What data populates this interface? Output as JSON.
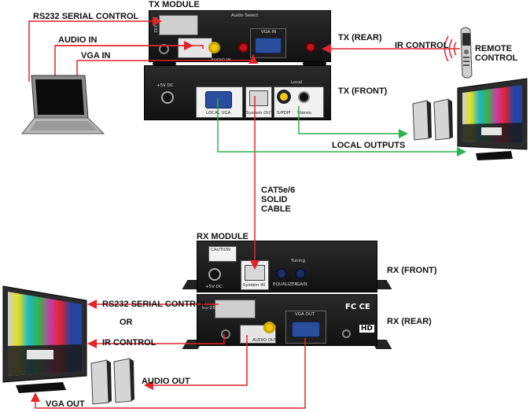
{
  "labels": {
    "rs232_tx": "RS232 SERIAL CONTROL",
    "audio_in": "AUDIO IN",
    "vga_in": "VGA IN",
    "tx_module": "TX MODULE",
    "tx_rear": "TX (REAR)",
    "ir_control_tx": "IR CONTROL",
    "remote_control_1": "REMOTE",
    "remote_control_2": "CONTROL",
    "tx_front": "TX (FRONT)",
    "local_outputs": "LOCAL OUTPUTS",
    "cable_1": "CAT5e/6",
    "cable_2": "SOLID",
    "cable_3": "CABLE",
    "rx_module": "RX MODULE",
    "rx_front": "RX (FRONT)",
    "rs232_rx": "RS232 SERIAL CONTROL",
    "or": "OR",
    "ir_control_rx": "IR CONTROL",
    "rx_rear": "RX (REAR)",
    "audio_out": "AUDIO OUT",
    "vga_out": "VGA OUT"
  },
  "panel_text": {
    "tx_rear_rs232": "RS-232",
    "tx_rear_audio_in": "AUDIO IN",
    "tx_rear_vga_in": "VGA IN",
    "tx_rear_audio_select": "Audio Select",
    "tx_front_power": "+5V DC",
    "tx_front_local_vga": "LOCAL VGA",
    "tx_front_system_out": "System OUT",
    "tx_front_local": "Local",
    "tx_front_spdif": "S/PDIF",
    "tx_front_stereo": "Stereo",
    "rx_front_caution": "CAUTION",
    "rx_front_power": "+5V DC",
    "rx_front_system_in": "System IN",
    "rx_front_tuning": "Tuning",
    "rx_front_equalizer": "EQUALIZER",
    "rx_front_gain": "GAIN",
    "rx_rear_rs232": "RS-232",
    "rx_rear_audio_out": "AUDIO OUT",
    "rx_rear_vga_out": "VGA OUT",
    "rx_rear_fcc": "FC CE",
    "rx_rear_hd": "HD"
  },
  "colors": {
    "red_cable": "#e3242b",
    "green_cable": "#2bb24c",
    "vga_port": "#2a4d9e",
    "device_body": "#1b1b1b"
  },
  "icons": [
    "laptop-icon",
    "remote-control-icon",
    "speakers-icon",
    "tv-monitor-icon"
  ]
}
